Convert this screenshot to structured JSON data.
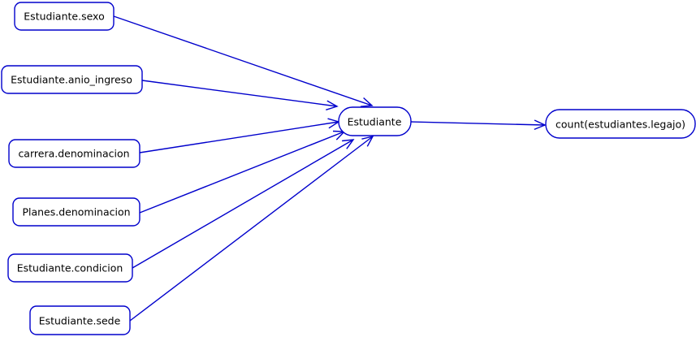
{
  "diagram": {
    "colors": {
      "stroke": "#0000cc",
      "node_fill": "#ffffff",
      "text": "#000000"
    },
    "nodes": [
      {
        "id": "sexo",
        "label": "Estudiante.sexo"
      },
      {
        "id": "anio",
        "label": "Estudiante.anio_ingreso"
      },
      {
        "id": "carrera",
        "label": "carrera.denominacion"
      },
      {
        "id": "planes",
        "label": "Planes.denominacion"
      },
      {
        "id": "condicion",
        "label": "Estudiante.condicion"
      },
      {
        "id": "sede",
        "label": "Estudiante.sede"
      },
      {
        "id": "estudiante",
        "label": "Estudiante"
      },
      {
        "id": "count",
        "label": "count(estudiantes.legajo)"
      }
    ],
    "edges": [
      {
        "from": "sexo",
        "to": "estudiante"
      },
      {
        "from": "anio",
        "to": "estudiante"
      },
      {
        "from": "carrera",
        "to": "estudiante"
      },
      {
        "from": "planes",
        "to": "estudiante"
      },
      {
        "from": "condicion",
        "to": "estudiante"
      },
      {
        "from": "sede",
        "to": "estudiante"
      },
      {
        "from": "estudiante",
        "to": "count"
      }
    ]
  }
}
